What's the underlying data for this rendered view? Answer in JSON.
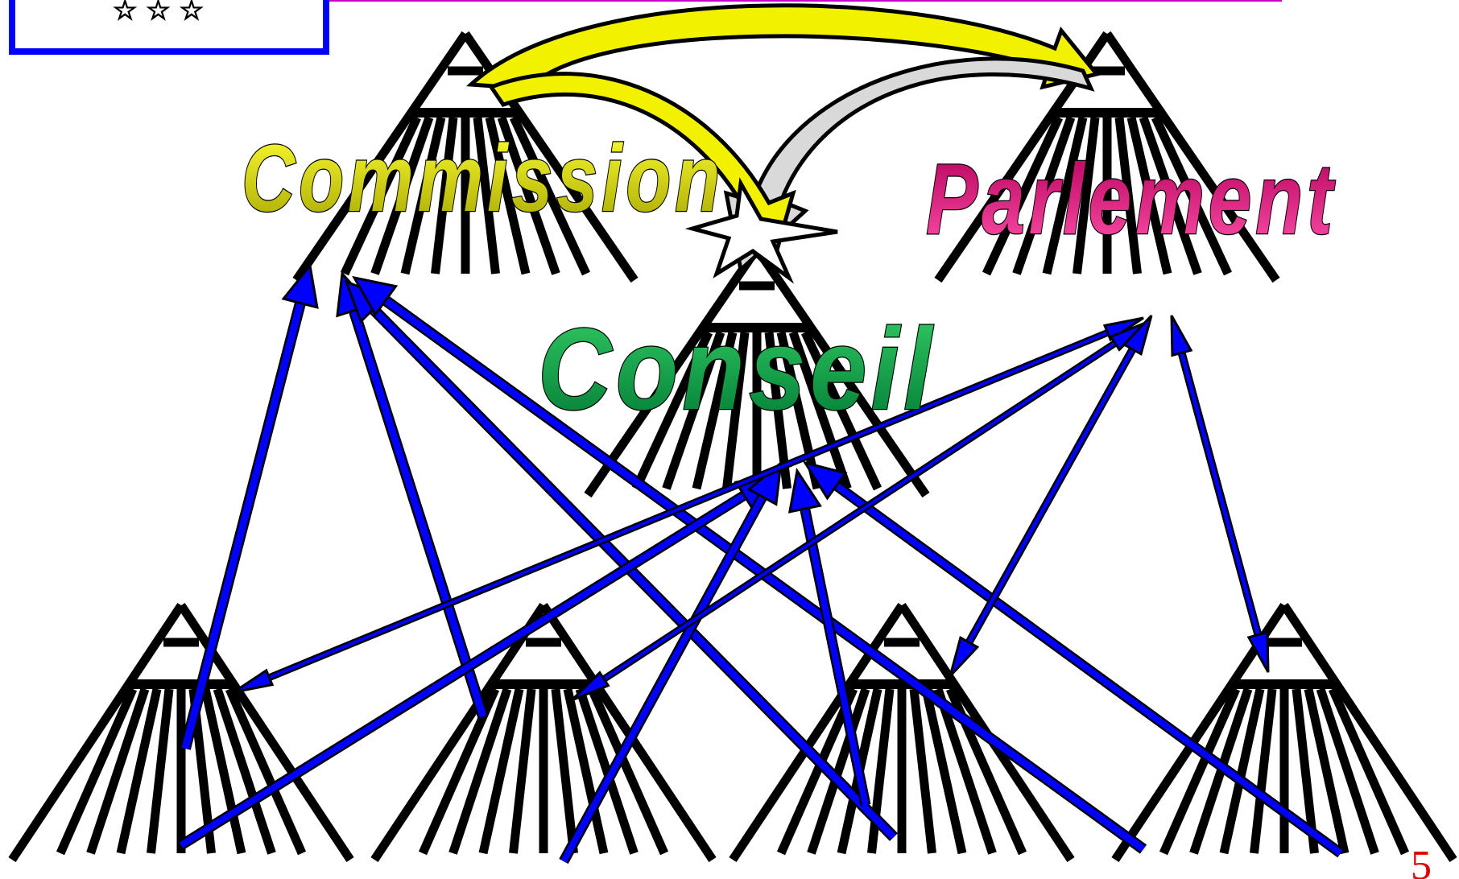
{
  "institutions": {
    "commission": {
      "label": "Commission",
      "fill_top": "#ffff33",
      "fill_bottom": "#a6a600"
    },
    "parlement": {
      "label": "Parlement",
      "fill_top": "#b3005a",
      "fill_bottom": "#ff4fa8"
    },
    "conseil": {
      "label": "Conseil",
      "fill_top": "#33cc66",
      "fill_bottom": "#007a33"
    }
  },
  "logo": {
    "stars": "☆ ☆ ☆",
    "border_color": "#0000ff"
  },
  "page_number": "5",
  "colors": {
    "network_arrows": "#0000ff",
    "structure_lines": "#000000",
    "top_rule": "#cc00cc",
    "cycle_arrow_commission": "#f2f200",
    "cycle_arrow_parlement": "#d9d9d9",
    "page_number": "#e00000"
  }
}
